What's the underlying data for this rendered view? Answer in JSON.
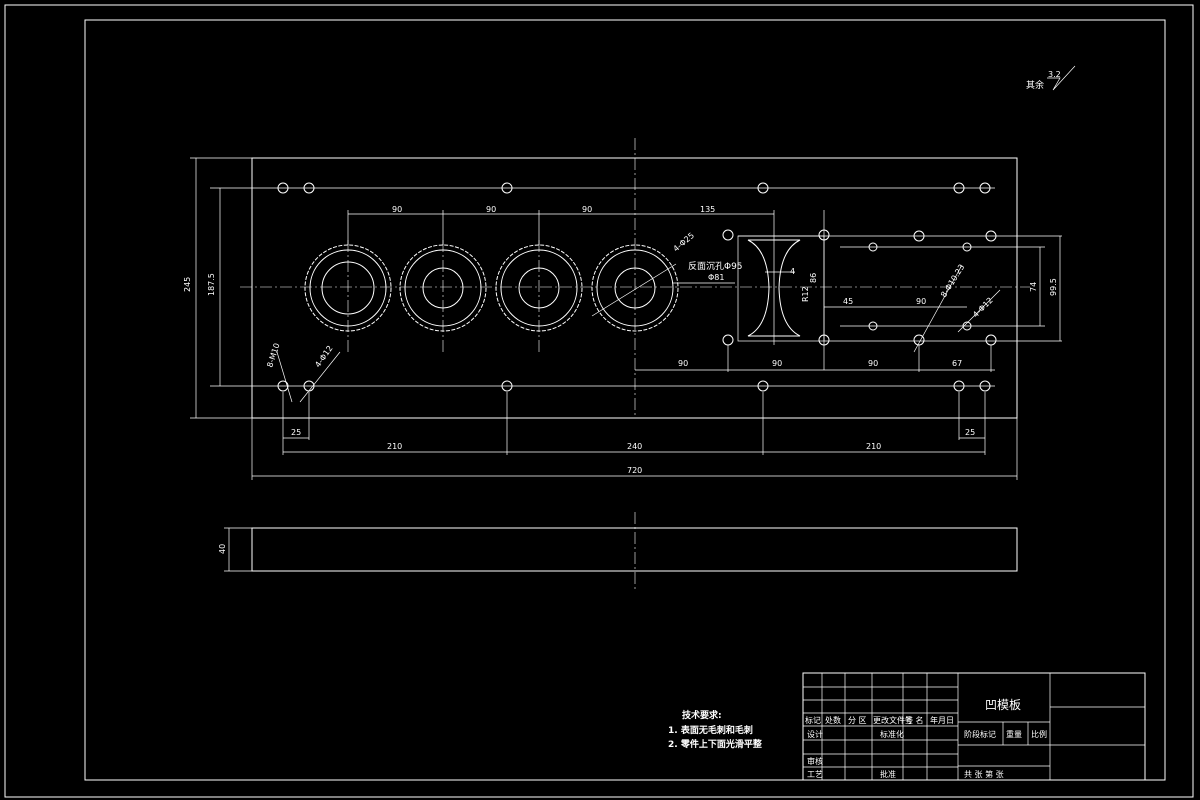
{
  "roughness_mark": {
    "label": "其余",
    "value": "3.2"
  },
  "dimensions": {
    "top_spacing_1": "90",
    "top_spacing_2": "90",
    "top_spacing_3": "90",
    "top_spacing_4": "135",
    "overall_height": "245",
    "hole_row_height": "187.5",
    "bottom_left_edge": "25",
    "bottom_left_span": "210",
    "bottom_mid_span": "240",
    "bottom_right_span": "210",
    "bottom_right_edge": "25",
    "overall_length": "720",
    "plate_thickness": "40",
    "lower_90_a": "90",
    "lower_90_b": "90",
    "lower_90_c": "90",
    "lower_67": "67",
    "inset_45": "45",
    "inset_90": "90",
    "slot_width": "4",
    "slot_height": "86",
    "slot_radius": "R12",
    "right_74": "74",
    "right_99_5": "99.5"
  },
  "callouts": {
    "four_phi_25": "4-Φ25",
    "reverse_hole": "反面沉孔Φ95",
    "phi_81": "Φ81",
    "phi_holes_left": "8-M10",
    "four_phi_12_left": "4-Φ12",
    "m10_right": "8-Φ10.23",
    "four_phi_12_right": "4-Φ12"
  },
  "tech_requirements": {
    "heading": "技术要求:",
    "items": [
      "1. 表面无毛刺和毛刺",
      "2. 零件上下面光滑平整"
    ]
  },
  "title_block": {
    "part_name": "凹模板",
    "header_cells": [
      "标记",
      "处数",
      "分 区",
      "更改文件号",
      "签 名",
      "年月日"
    ],
    "design": "设计",
    "standardize": "标准化",
    "review": "审核",
    "process": "工艺",
    "approve": "批准",
    "stage_mark": "阶段标记",
    "weight": "重量",
    "scale": "比例",
    "sheets": "共 张  第 张"
  }
}
